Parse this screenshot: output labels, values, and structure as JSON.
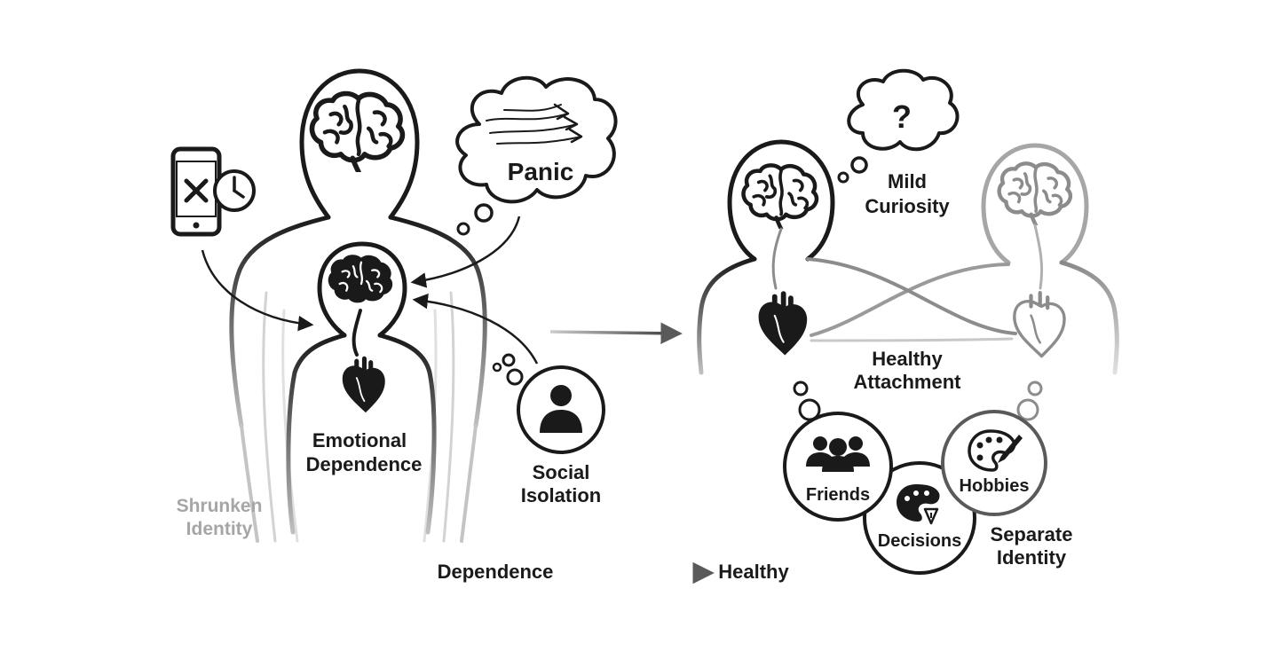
{
  "labels": {
    "panic": "Panic",
    "emotional_dependence_1": "Emotional",
    "emotional_dependence_2": "Dependence",
    "social_isolation_1": "Social",
    "social_isolation_2": "Isolation",
    "shrunken_identity_1": "Shrunken",
    "shrunken_identity_2": "Identity",
    "mild_curiosity_1": "Mild",
    "mild_curiosity_2": "Curiosity",
    "healthy_attachment_1": "Healthy",
    "healthy_attachment_2": "Attachment",
    "friends": "Friends",
    "decisions": "Decisions",
    "hobbies": "Hobbies",
    "separate_identity_1": "Separate",
    "separate_identity_2": "Identity",
    "question_mark": "?",
    "bottom_from": "Dependence",
    "bottom_to": "Healthy"
  },
  "icons": {
    "phone": "phone-with-x-icon",
    "clock": "clock-icon",
    "brain": "brain-icon",
    "heart": "anatomical-heart-icon",
    "person": "person-icon",
    "group": "group-of-people-icon",
    "palette": "palette-brush-icon"
  },
  "colors": {
    "ink": "#1a1a1a",
    "light_gray": "#a6a6a6",
    "mid_gray": "#8c8c8c"
  }
}
